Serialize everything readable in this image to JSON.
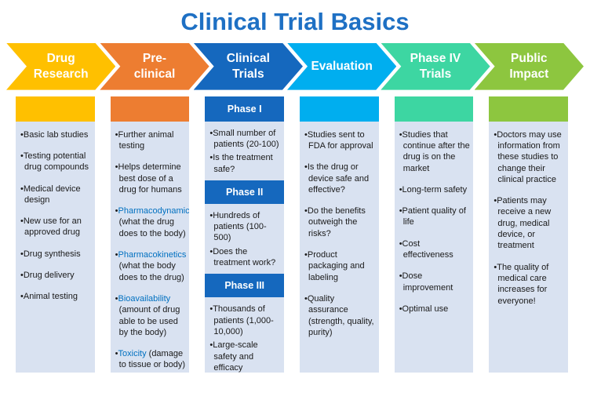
{
  "title": {
    "text": "Clinical Trial Basics",
    "color": "#1E70C4"
  },
  "colors": {
    "column_bg": "#D9E2F1",
    "term_blue": "#0070C0",
    "body_text": "#1A1A1A",
    "bar_text": "#FFFFFF"
  },
  "arrows": [
    {
      "label": "Drug\nResearch",
      "color": "#FFC000"
    },
    {
      "label": "Pre-\nclinical",
      "color": "#ED7D31"
    },
    {
      "label": "Clinical\nTrials",
      "color": "#1568BE"
    },
    {
      "label": "Evaluation",
      "color": "#00AEEF"
    },
    {
      "label": "Phase IV\nTrials",
      "color": "#3DD6A2"
    },
    {
      "label": "Public\nImpact",
      "color": "#8DC63F"
    }
  ],
  "columns": [
    {
      "accent": "#FFC000",
      "sections": [
        {
          "bar": null,
          "items": [
            {
              "text": "Basic lab studies"
            },
            {
              "text": "Testing potential drug compounds"
            },
            {
              "text": "Medical device design"
            },
            {
              "text": "New use for an approved drug"
            },
            {
              "text": "Drug synthesis"
            },
            {
              "text": "Drug delivery"
            },
            {
              "text": "Animal testing"
            }
          ]
        }
      ]
    },
    {
      "accent": "#ED7D31",
      "sections": [
        {
          "bar": null,
          "items": [
            {
              "text": "Further animal testing"
            },
            {
              "text": "Helps determine best dose of a drug for humans"
            },
            {
              "lead": "Pharmacodynamics",
              "rest": " (what the drug does to the body)"
            },
            {
              "lead": "Pharmacokinetics",
              "rest": " (what the body does to the drug)"
            },
            {
              "lead": "Bioavailability",
              "rest": " (amount of drug able to be used by the body)"
            },
            {
              "lead": "Toxicity",
              "rest": " (damage to tissue or body)"
            }
          ]
        }
      ]
    },
    {
      "accent": "#1568BE",
      "tight": true,
      "sections": [
        {
          "bar": "Phase I",
          "items": [
            {
              "text": "Small number of patients (20-100)"
            },
            {
              "text": "Is the treatment safe?"
            }
          ]
        },
        {
          "bar": "Phase II",
          "items": [
            {
              "text": "Hundreds of patients (100-500)"
            },
            {
              "text": "Does the treatment work?"
            }
          ]
        },
        {
          "bar": "Phase III",
          "items": [
            {
              "text": "Thousands of patients (1,000-10,000)"
            },
            {
              "text": "Large-scale safety and efficacy"
            }
          ]
        }
      ]
    },
    {
      "accent": "#00AEEF",
      "sections": [
        {
          "bar": null,
          "items": [
            {
              "text": "Studies sent to FDA for approval"
            },
            {
              "text": "Is the drug or device safe and effective?"
            },
            {
              "text": "Do the benefits outweigh the risks?"
            },
            {
              "text": "Product packaging and labeling"
            },
            {
              "text": "Quality assurance (strength, quality, purity)"
            }
          ]
        }
      ]
    },
    {
      "accent": "#3DD6A2",
      "sections": [
        {
          "bar": null,
          "items": [
            {
              "text": "Studies that continue after the drug is on the market"
            },
            {
              "text": "Long-term safety"
            },
            {
              "text": "Patient quality of life"
            },
            {
              "text": "Cost effectiveness"
            },
            {
              "text": "Dose improvement"
            },
            {
              "text": "Optimal use"
            }
          ]
        }
      ]
    },
    {
      "accent": "#8DC63F",
      "sections": [
        {
          "bar": null,
          "items": [
            {
              "text": "Doctors may use information from these studies to change their clinical practice"
            },
            {
              "text": "Patients may receive a new drug, medical device, or treatment"
            },
            {
              "text": "The quality of medical care increases for everyone!"
            }
          ]
        }
      ]
    }
  ]
}
